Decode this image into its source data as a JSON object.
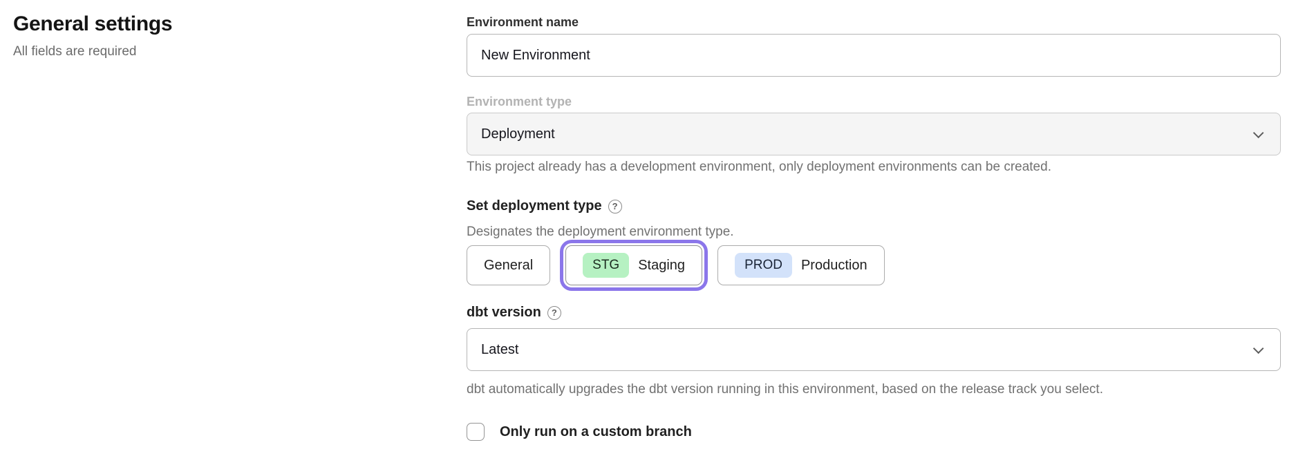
{
  "page": {
    "title": "General settings",
    "subtitle": "All fields are required"
  },
  "form": {
    "environment_name": {
      "label": "Environment name",
      "value": "New Environment"
    },
    "environment_type": {
      "label": "Environment type",
      "value": "Deployment",
      "disabled": true,
      "helper": "This project already has a development environment, only deployment environments can be created."
    },
    "deployment_type": {
      "label": "Set deployment type",
      "description": "Designates the deployment environment type.",
      "options": [
        {
          "label": "General",
          "badge": "",
          "selected": false
        },
        {
          "label": "Staging",
          "badge": "STG",
          "selected": true
        },
        {
          "label": "Production",
          "badge": "PROD",
          "selected": false
        }
      ]
    },
    "dbt_version": {
      "label": "dbt version",
      "value": "Latest",
      "helper": "dbt automatically upgrades the dbt version running in this environment, based on the release track you select."
    },
    "custom_branch": {
      "label": "Only run on a custom branch",
      "checked": false
    }
  },
  "icons": {
    "help": "?"
  },
  "colors": {
    "accent": "#8b76ea",
    "stg_badge": "#b6f1c2",
    "prod_badge": "#d3e2fa"
  }
}
